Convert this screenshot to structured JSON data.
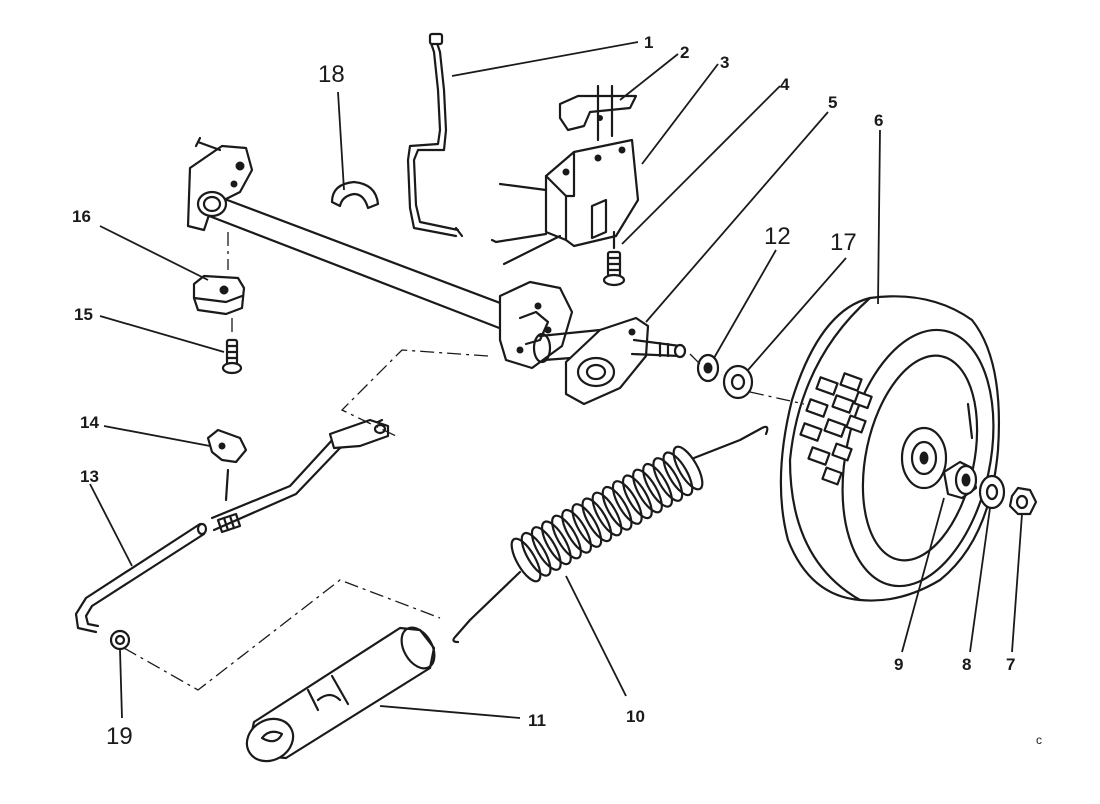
{
  "callouts": {
    "c1": "1",
    "c2": "2",
    "c3": "3",
    "c4": "4",
    "c5": "5",
    "c6": "6",
    "c7": "7",
    "c8": "8",
    "c9": "9",
    "c10": "10",
    "c11": "11",
    "c12": "12",
    "c13": "13",
    "c14": "14",
    "c15": "15",
    "c16": "16",
    "c17": "17",
    "c18": "18",
    "c19": "19"
  },
  "corner_mark": "c"
}
